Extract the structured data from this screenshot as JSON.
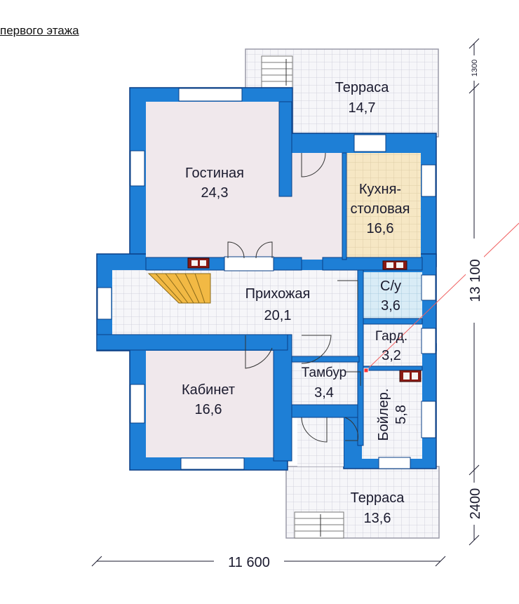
{
  "title": "первого этажа",
  "colors": {
    "wall": "#1e7fd6",
    "wall_edge": "#0a3f86",
    "floor_pink": "#f0e8ec",
    "floor_tile": "#f6f6f9",
    "kitchen": "#f6e7c4",
    "bathroom": "#d9ecf6",
    "stair": "#f2b944",
    "heater": "#8a1a14",
    "measure_line": "#f06060"
  },
  "rooms": {
    "terrace_top": {
      "name": "Терраса",
      "area": "14,7"
    },
    "living": {
      "name": "Гостиная",
      "area": "24,3"
    },
    "kitchen": {
      "name_line1": "Кухня-",
      "name_line2": "столовая",
      "area": "16,6"
    },
    "hall": {
      "name": "Прихожая",
      "area": "20,1"
    },
    "bathroom": {
      "name": "С/у",
      "area": "3,6"
    },
    "wardrobe": {
      "name": "Гард.",
      "area": "3,2"
    },
    "vestibule": {
      "name": "Тамбур",
      "area": "3,4"
    },
    "boiler": {
      "name": "Бойлер.",
      "area": "5,8"
    },
    "study": {
      "name": "Кабинет",
      "area": "16,6"
    },
    "terrace_bottom": {
      "name": "Терраса",
      "area": "13,6"
    }
  },
  "dimensions": {
    "width": "11 600",
    "height": "13 100",
    "top_offset": "1300",
    "bottom_offset": "2400"
  }
}
